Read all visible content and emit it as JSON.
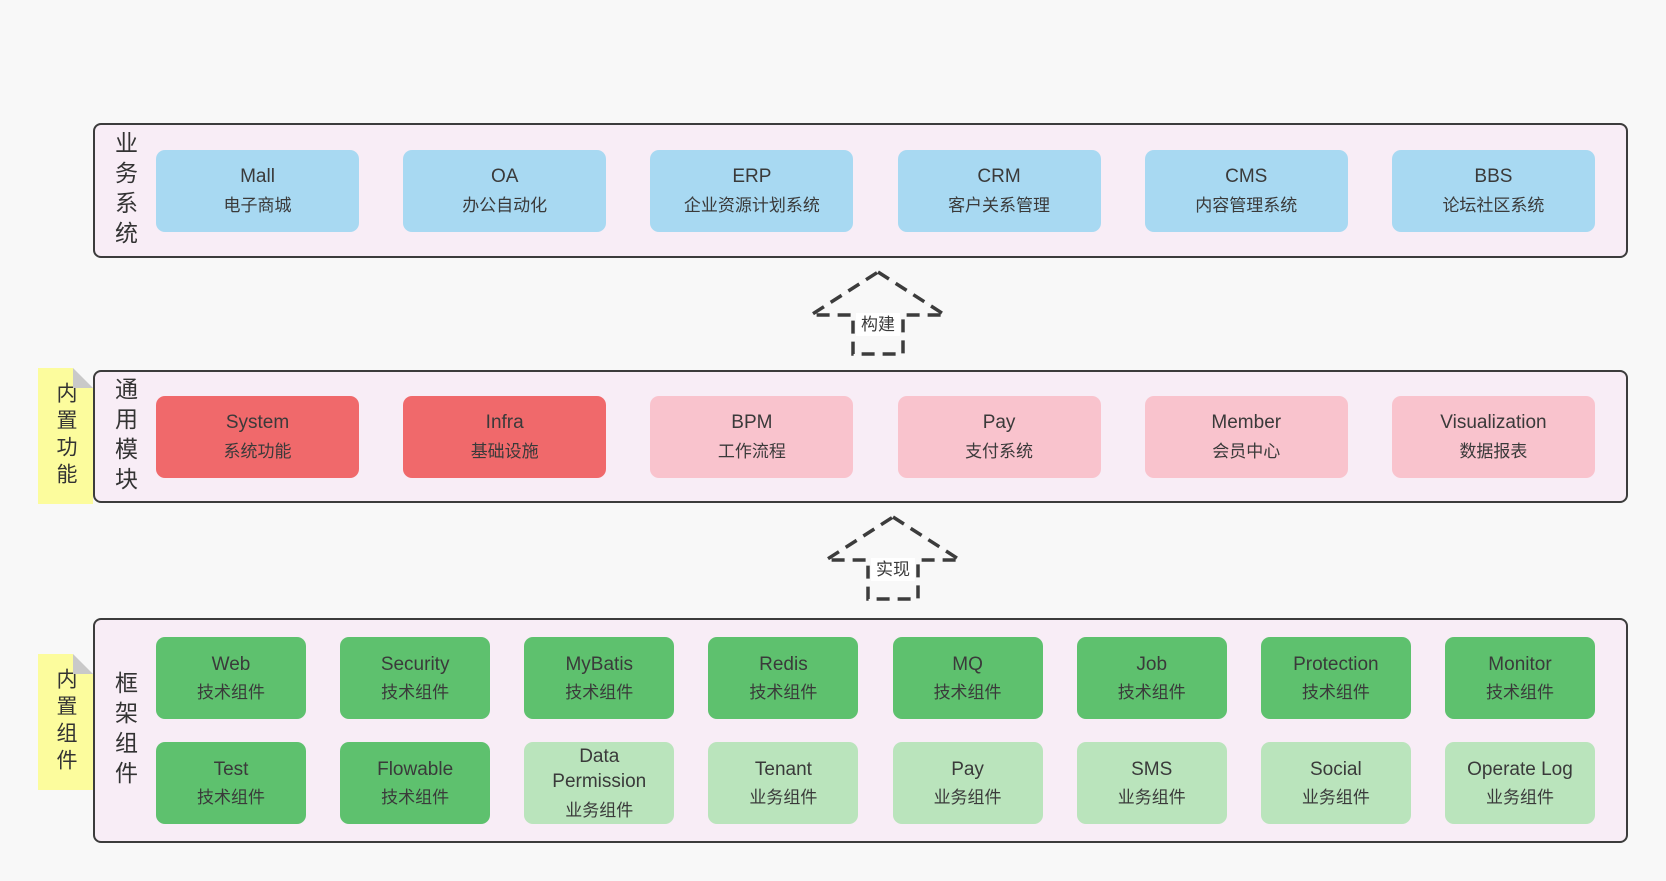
{
  "page": {
    "background": "#f8f8f8"
  },
  "palette": {
    "layer_bg": "#f8edf6",
    "layer_border": "#3c3c3c",
    "blue": "#a8d9f2",
    "red": "#f0696b",
    "pink": "#f9c3cd",
    "green_dark": "#5ec16e",
    "green_light": "#bae4bc",
    "sticky_yellow": "#fcfc9d",
    "sticky_fold": "#c9c9c9",
    "text": "#3a3a3a"
  },
  "arrows": {
    "build": "构建",
    "implement": "实现"
  },
  "stickies": {
    "builtin_features": "内置功能",
    "builtin_components": "内置组件"
  },
  "layers": {
    "business": {
      "label": "业务系统",
      "boxes": [
        {
          "name": "Mall",
          "desc": "电子商城"
        },
        {
          "name": "OA",
          "desc": "办公自动化"
        },
        {
          "name": "ERP",
          "desc": "企业资源计划系统"
        },
        {
          "name": "CRM",
          "desc": "客户关系管理"
        },
        {
          "name": "CMS",
          "desc": "内容管理系统"
        },
        {
          "name": "BBS",
          "desc": "论坛社区系统"
        }
      ]
    },
    "modules": {
      "label": "通用模块",
      "boxes": [
        {
          "name": "System",
          "desc": "系统功能"
        },
        {
          "name": "Infra",
          "desc": "基础设施"
        },
        {
          "name": "BPM",
          "desc": "工作流程"
        },
        {
          "name": "Pay",
          "desc": "支付系统"
        },
        {
          "name": "Member",
          "desc": "会员中心"
        },
        {
          "name": "Visualization",
          "desc": "数据报表"
        }
      ]
    },
    "framework": {
      "label": "框架组件",
      "row1": [
        {
          "name": "Web",
          "desc": "技术组件"
        },
        {
          "name": "Security",
          "desc": "技术组件"
        },
        {
          "name": "MyBatis",
          "desc": "技术组件"
        },
        {
          "name": "Redis",
          "desc": "技术组件"
        },
        {
          "name": "MQ",
          "desc": "技术组件"
        },
        {
          "name": "Job",
          "desc": "技术组件"
        },
        {
          "name": "Protection",
          "desc": "技术组件"
        },
        {
          "name": "Monitor",
          "desc": "技术组件"
        }
      ],
      "row2": [
        {
          "name": "Test",
          "desc": "技术组件"
        },
        {
          "name": "Flowable",
          "desc": "技术组件"
        },
        {
          "name": "Data Permission",
          "desc": "业务组件"
        },
        {
          "name": "Tenant",
          "desc": "业务组件"
        },
        {
          "name": "Pay",
          "desc": "业务组件"
        },
        {
          "name": "SMS",
          "desc": "业务组件"
        },
        {
          "name": "Social",
          "desc": "业务组件"
        },
        {
          "name": "Operate Log",
          "desc": "业务组件"
        }
      ]
    }
  }
}
